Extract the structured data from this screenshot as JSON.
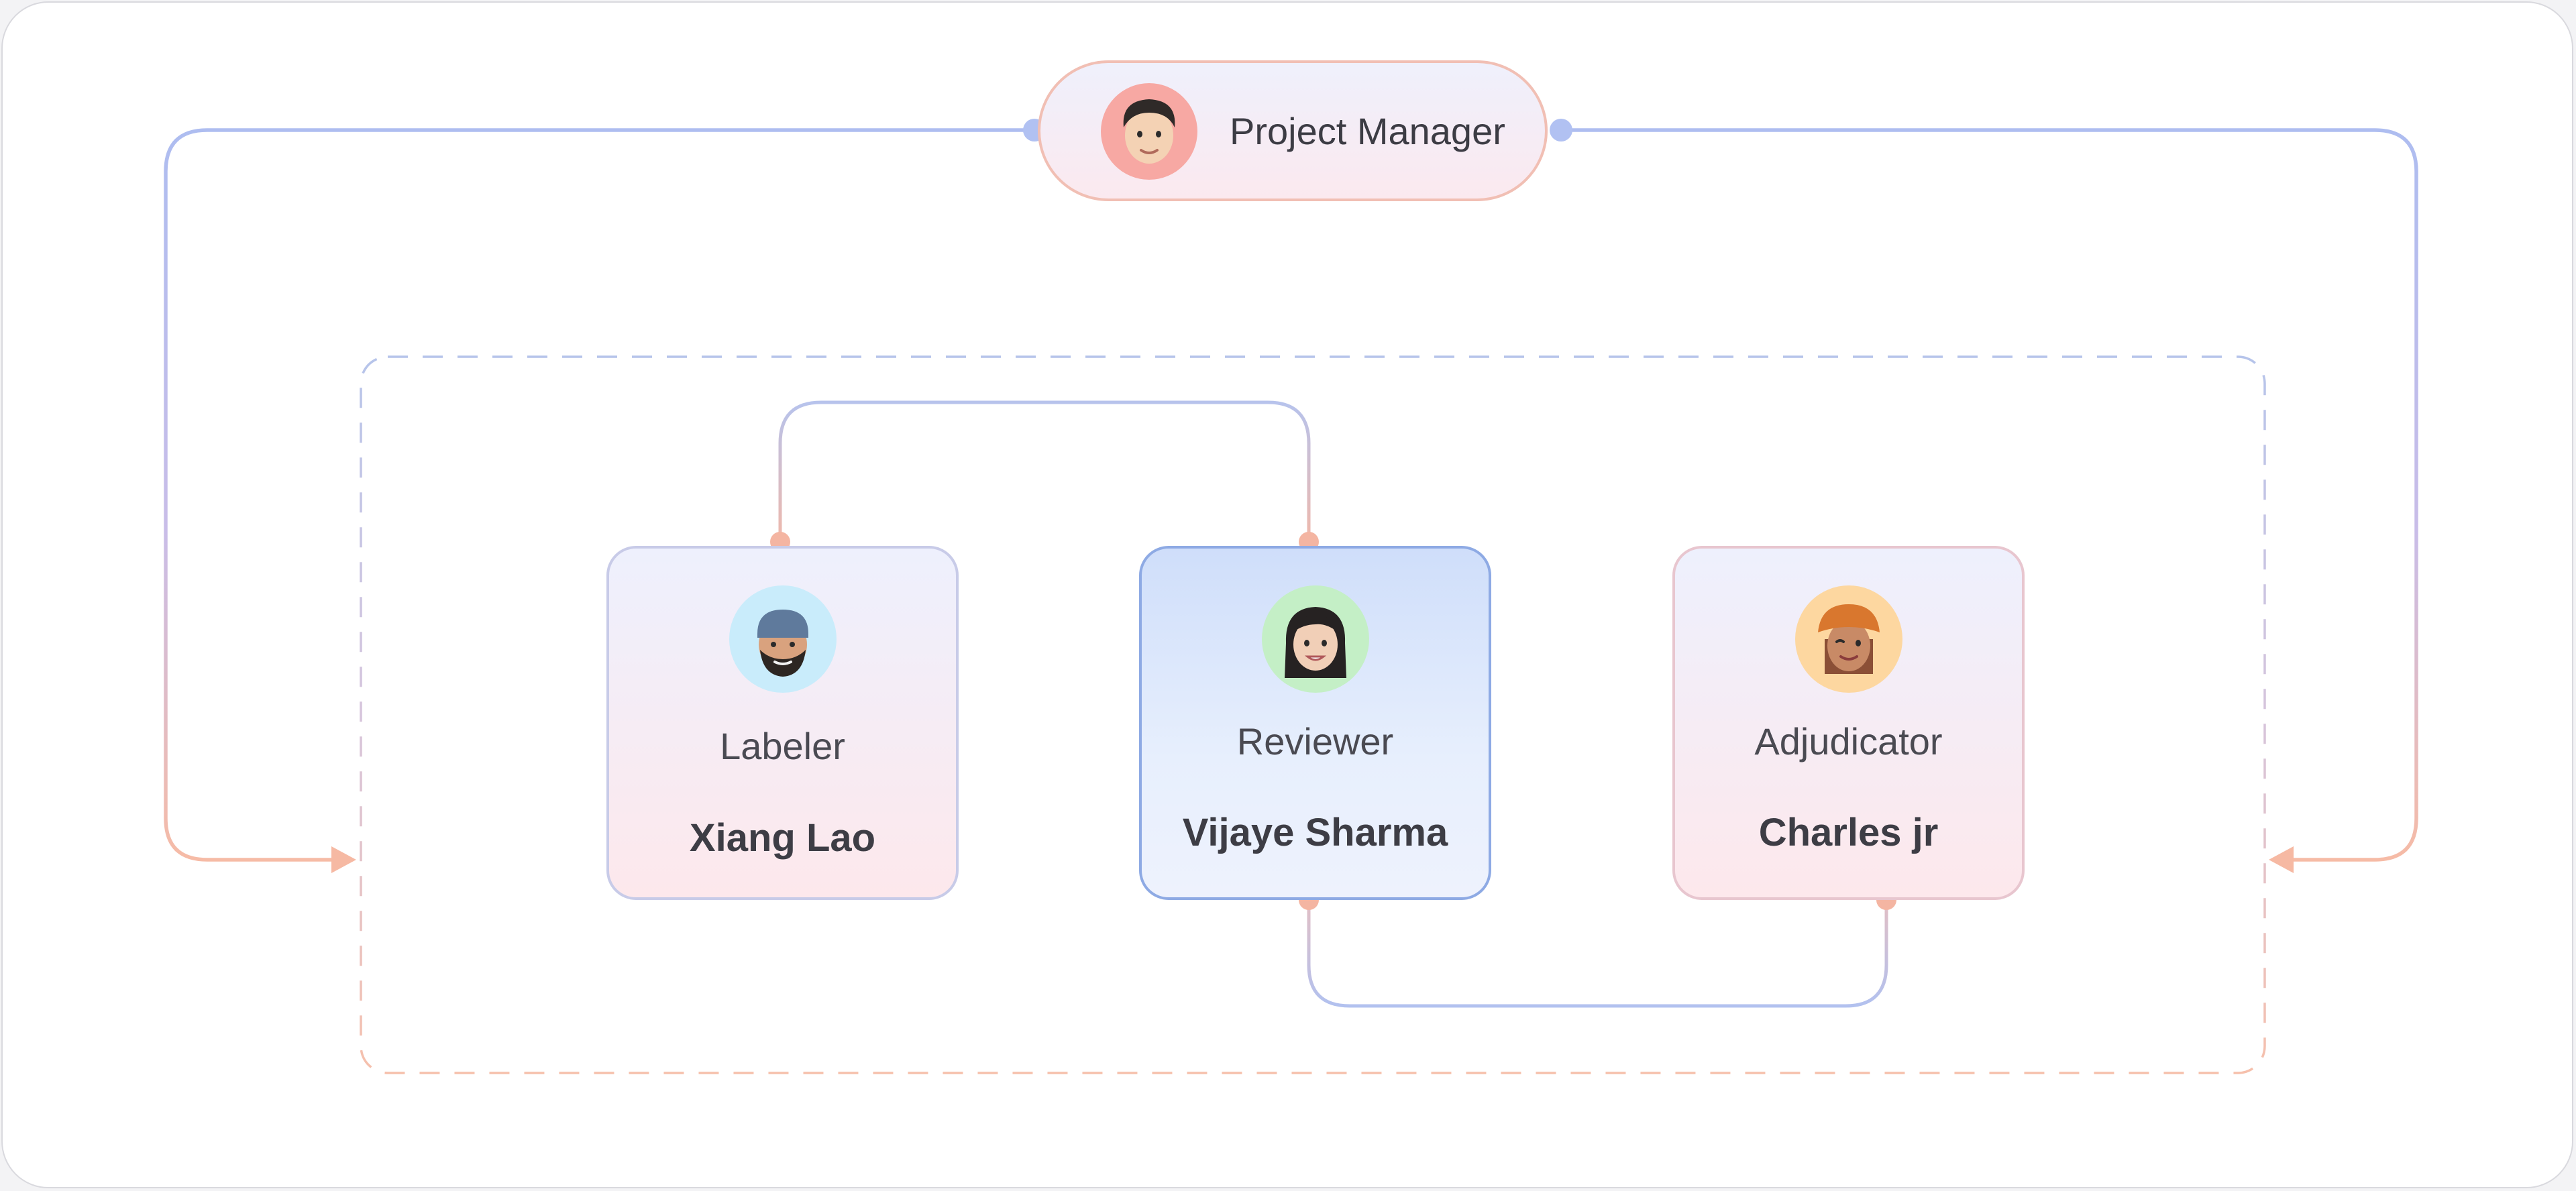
{
  "title": "",
  "project_manager": {
    "label": "Project Manager",
    "avatar_icon": "memoji-avatar-icon"
  },
  "roles": [
    {
      "role": "Labeler",
      "person": "Xiang Lao",
      "avatar_bg": "#c9ecfb"
    },
    {
      "role": "Reviewer",
      "person": "Vijaye Sharma",
      "avatar_bg": "#c4efc6"
    },
    {
      "role": "Adjudicator",
      "person": "Charles jr",
      "avatar_bg": "#fdd7a0"
    }
  ],
  "colors": {
    "wire_blue": "#aebdf0",
    "wire_peach": "#f6bba6",
    "dot_blue": "#b1c1f2",
    "dot_peach": "#f4b5a2",
    "reviewer_border": "#8eaae4"
  }
}
